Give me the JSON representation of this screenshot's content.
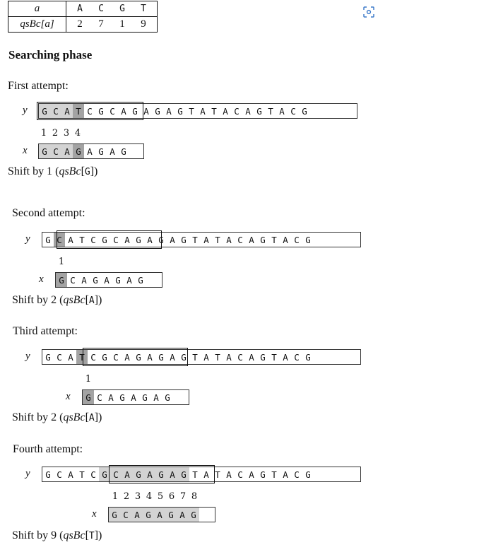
{
  "qs_table": {
    "row1_label": "a",
    "row2_label": "qsBc[a]",
    "letters": [
      "A",
      "C",
      "G",
      "T"
    ],
    "values": [
      "2",
      "7",
      "1",
      "9"
    ]
  },
  "heading": "Searching phase",
  "y_label": "y",
  "x_label": "x",
  "attempts": [
    {
      "title": "First attempt:",
      "y": [
        "G",
        "C",
        "A",
        "T",
        "C",
        "G",
        "C",
        "A",
        "G",
        "A",
        "G",
        "A",
        "G",
        "T",
        "A",
        "T",
        "A",
        "C",
        "A",
        "G",
        "T",
        "A",
        "C",
        "G"
      ],
      "x": [
        "G",
        "C",
        "A",
        "G",
        "A",
        "G",
        "A",
        "G"
      ],
      "numbers": [
        "1",
        "2",
        "3",
        "4"
      ],
      "shift_text": "Shift by 1",
      "shift_func": "qsBc",
      "shift_char": "G"
    },
    {
      "title": "Second attempt:",
      "y": [
        "G",
        "C",
        "A",
        "T",
        "C",
        "G",
        "C",
        "A",
        "G",
        "A",
        "G",
        "A",
        "G",
        "T",
        "A",
        "T",
        "A",
        "C",
        "A",
        "G",
        "T",
        "A",
        "C",
        "G"
      ],
      "x": [
        "G",
        "C",
        "A",
        "G",
        "A",
        "G",
        "A",
        "G"
      ],
      "numbers": [
        "1"
      ],
      "shift_text": "Shift by 2",
      "shift_func": "qsBc",
      "shift_char": "A"
    },
    {
      "title": "Third attempt:",
      "y": [
        "G",
        "C",
        "A",
        "T",
        "C",
        "G",
        "C",
        "A",
        "G",
        "A",
        "G",
        "A",
        "G",
        "T",
        "A",
        "T",
        "A",
        "C",
        "A",
        "G",
        "T",
        "A",
        "C",
        "G"
      ],
      "x": [
        "G",
        "C",
        "A",
        "G",
        "A",
        "G",
        "A",
        "G"
      ],
      "numbers": [
        "1"
      ],
      "shift_text": "Shift by 2",
      "shift_func": "qsBc",
      "shift_char": "A"
    },
    {
      "title": "Fourth attempt:",
      "y": [
        "G",
        "C",
        "A",
        "T",
        "C",
        "G",
        "C",
        "A",
        "G",
        "A",
        "G",
        "A",
        "G",
        "T",
        "A",
        "T",
        "A",
        "C",
        "A",
        "G",
        "T",
        "A",
        "C",
        "G"
      ],
      "x": [
        "G",
        "C",
        "A",
        "G",
        "A",
        "G",
        "A",
        "G"
      ],
      "numbers": [
        "1",
        "2",
        "3",
        "4",
        "5",
        "6",
        "7",
        "8"
      ],
      "shift_text": "Shift by 9",
      "shift_func": "qsBc",
      "shift_char": "T"
    }
  ],
  "icons": {
    "corner": "focus-frame-icon"
  }
}
